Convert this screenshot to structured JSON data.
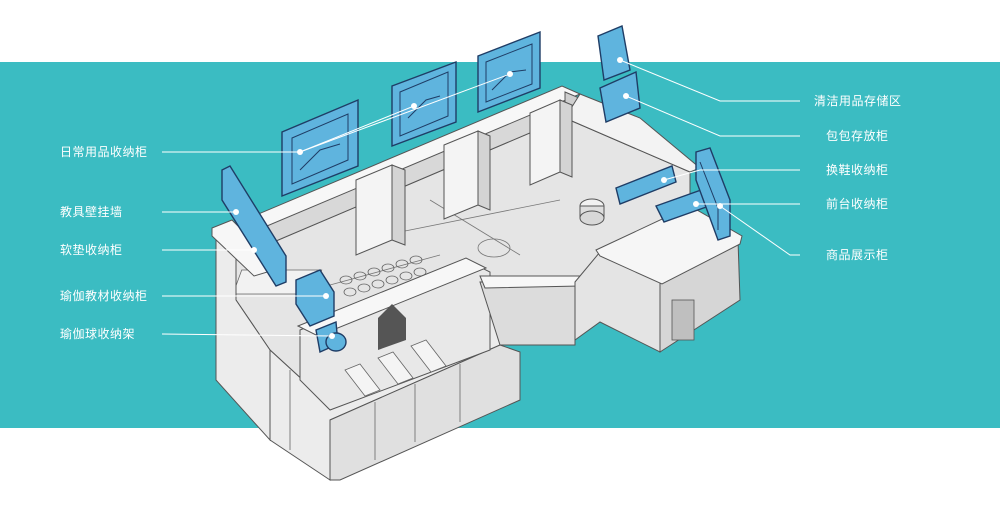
{
  "colors": {
    "band": "#3bbcc2",
    "cabinet": "#5fb4de",
    "cabinet_stroke": "#1f3d66",
    "wall_top": "#f6f6f6",
    "wall_side": "#d9d9d9",
    "floor": "#e6e6e6",
    "line": "#444444",
    "leader": "#ffffff"
  },
  "labels_left": [
    {
      "id": "daily-goods-cabinet",
      "text": "日常用品收纳柜"
    },
    {
      "id": "teaching-aid-wall",
      "text": "教具壁挂墙"
    },
    {
      "id": "mat-cabinet",
      "text": "软垫收纳柜"
    },
    {
      "id": "yoga-material-cabinet",
      "text": "瑜伽教材收纳柜"
    },
    {
      "id": "yoga-ball-rack",
      "text": "瑜伽球收纳架"
    }
  ],
  "labels_right": [
    {
      "id": "cleaning-storage",
      "text": "清洁用品存储区"
    },
    {
      "id": "bag-storage",
      "text": "包包存放柜"
    },
    {
      "id": "shoe-cabinet",
      "text": "换鞋收纳柜"
    },
    {
      "id": "front-desk-cabinet",
      "text": "前台收纳柜"
    },
    {
      "id": "product-display",
      "text": "商品展示柜"
    }
  ]
}
